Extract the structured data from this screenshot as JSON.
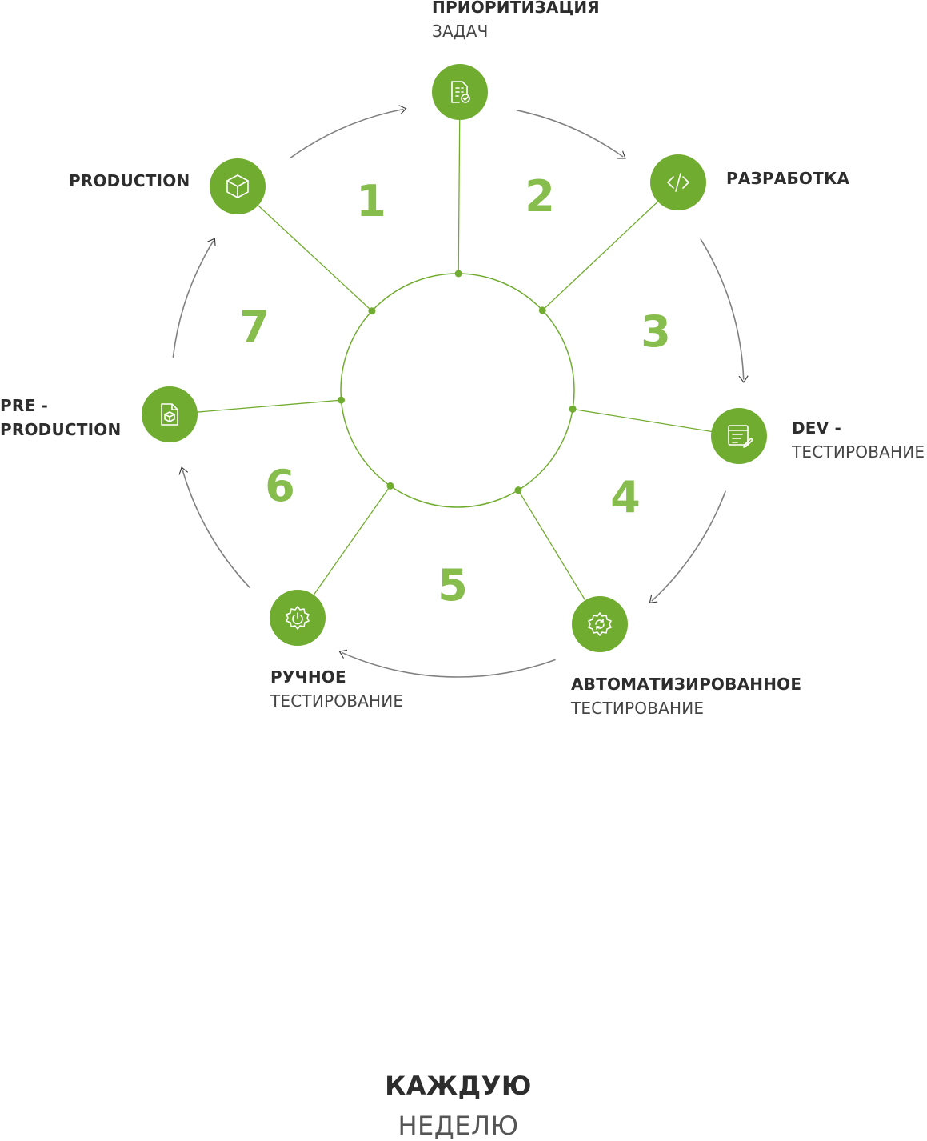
{
  "colors": {
    "accent": "#70ac2f",
    "number": "#86bd4c",
    "arc": "#4a4a4a",
    "text": "#2d2d2d"
  },
  "center": {
    "line1": "КАЖДУЮ",
    "line2": "НЕДЕЛЮ"
  },
  "stages": [
    {
      "bold": "ПРИОРИТИЗАЦИЯ",
      "normal": "ЗАДАЧ",
      "icon": "document-check-icon"
    },
    {
      "bold": "РАЗРАБОТКА",
      "normal": "",
      "icon": "code-icon"
    },
    {
      "bold": "DEV -",
      "normal": "ТЕСТИРОВАНИЕ",
      "icon": "edit-list-icon"
    },
    {
      "bold": "АВТОМАТИЗИРОВАННОЕ",
      "normal": "ТЕСТИРОВАНИЕ",
      "icon": "gear-sync-icon"
    },
    {
      "bold": "РУЧНОЕ",
      "normal": "ТЕСТИРОВАНИЕ",
      "icon": "gear-power-icon"
    },
    {
      "bold": "PRE -",
      "bold2": "PRODUCTION",
      "normal": "",
      "icon": "file-cube-icon"
    },
    {
      "bold": "PRODUCTION",
      "normal": "",
      "icon": "cube-icon"
    }
  ],
  "numbers": [
    "1",
    "2",
    "3",
    "4",
    "5",
    "6",
    "7"
  ]
}
